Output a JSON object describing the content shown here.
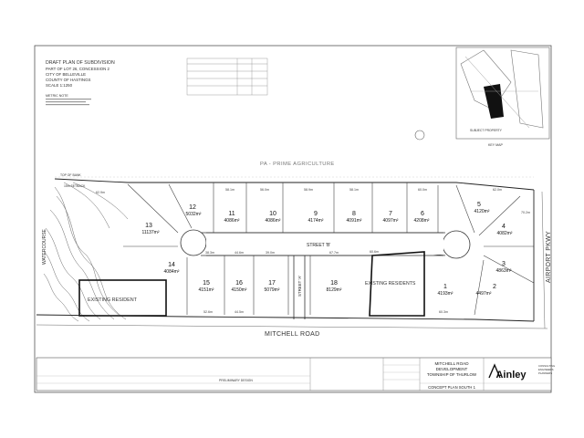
{
  "title_block": {
    "lines": [
      "DRAFT PLAN OF SUBDIVISION",
      "PART OF LOT 26, CONCESSION 2",
      "CITY OF BELLEVILLE",
      "COUNTY OF HASTINGS",
      "SCALE 1:1250"
    ],
    "metric_note": "METRIC NOTE"
  },
  "key_map": {
    "label": "KEY MAP",
    "subject_label": "SUBJECT PROPERTY"
  },
  "map": {
    "zone_label": "PA - PRIME AGRICULTURE",
    "top_of_bank": "TOP OF BANK",
    "setback": "15m SETBACK",
    "watercourse": "WATERCOURSE",
    "existing_resident_left": "EXISTING RESIDENT",
    "existing_resident_right": "EXISTING RESIDENTS",
    "street_a": "STREET 'A'",
    "street_b": "STREET 'B'",
    "road_south": "MITCHELL ROAD",
    "road_east": "AIRPORT PKWY"
  },
  "lots": [
    {
      "num": "1",
      "area": "4193m²"
    },
    {
      "num": "2",
      "area": "4497m²"
    },
    {
      "num": "3",
      "area": "4863m²"
    },
    {
      "num": "4",
      "area": "4082m²"
    },
    {
      "num": "5",
      "area": "4120m²"
    },
    {
      "num": "6",
      "area": "4208m²"
    },
    {
      "num": "7",
      "area": "4097m²"
    },
    {
      "num": "8",
      "area": "4091m²"
    },
    {
      "num": "9",
      "area": "4174m²"
    },
    {
      "num": "10",
      "area": "4086m²"
    },
    {
      "num": "11",
      "area": "4086m²"
    },
    {
      "num": "12",
      "area": "5032m²"
    },
    {
      "num": "13",
      "area": "11137m²"
    },
    {
      "num": "14",
      "area": "4084m²"
    },
    {
      "num": "15",
      "area": "4151m²"
    },
    {
      "num": "16",
      "area": "4150m²"
    },
    {
      "num": "17",
      "area": "5079m²"
    },
    {
      "num": "18",
      "area": "8129m²"
    }
  ],
  "dimensions": [
    "62.9m",
    "58.1m",
    "56.0m",
    "58.9m",
    "58.1m",
    "60.0m",
    "62.0m",
    "44.6m",
    "38.3m",
    "39.0m",
    "67.7m",
    "60.6m",
    "52.6m",
    "44.5m",
    "60.3m",
    "70.2m"
  ],
  "project_block": {
    "line1": "MITCHELL ROAD",
    "line2": "DEVELOPMENT",
    "line3": "TOWNSHIP OF THURLOW",
    "sheet": "CONCEPT PLAN SOUTH 1"
  },
  "firm": {
    "name": "Ainley",
    "tagline": [
      "CONSULTING",
      "ENGINEERS",
      "PLANNERS"
    ]
  },
  "revisions": {
    "label": "PRELIMINARY DESIGN"
  }
}
